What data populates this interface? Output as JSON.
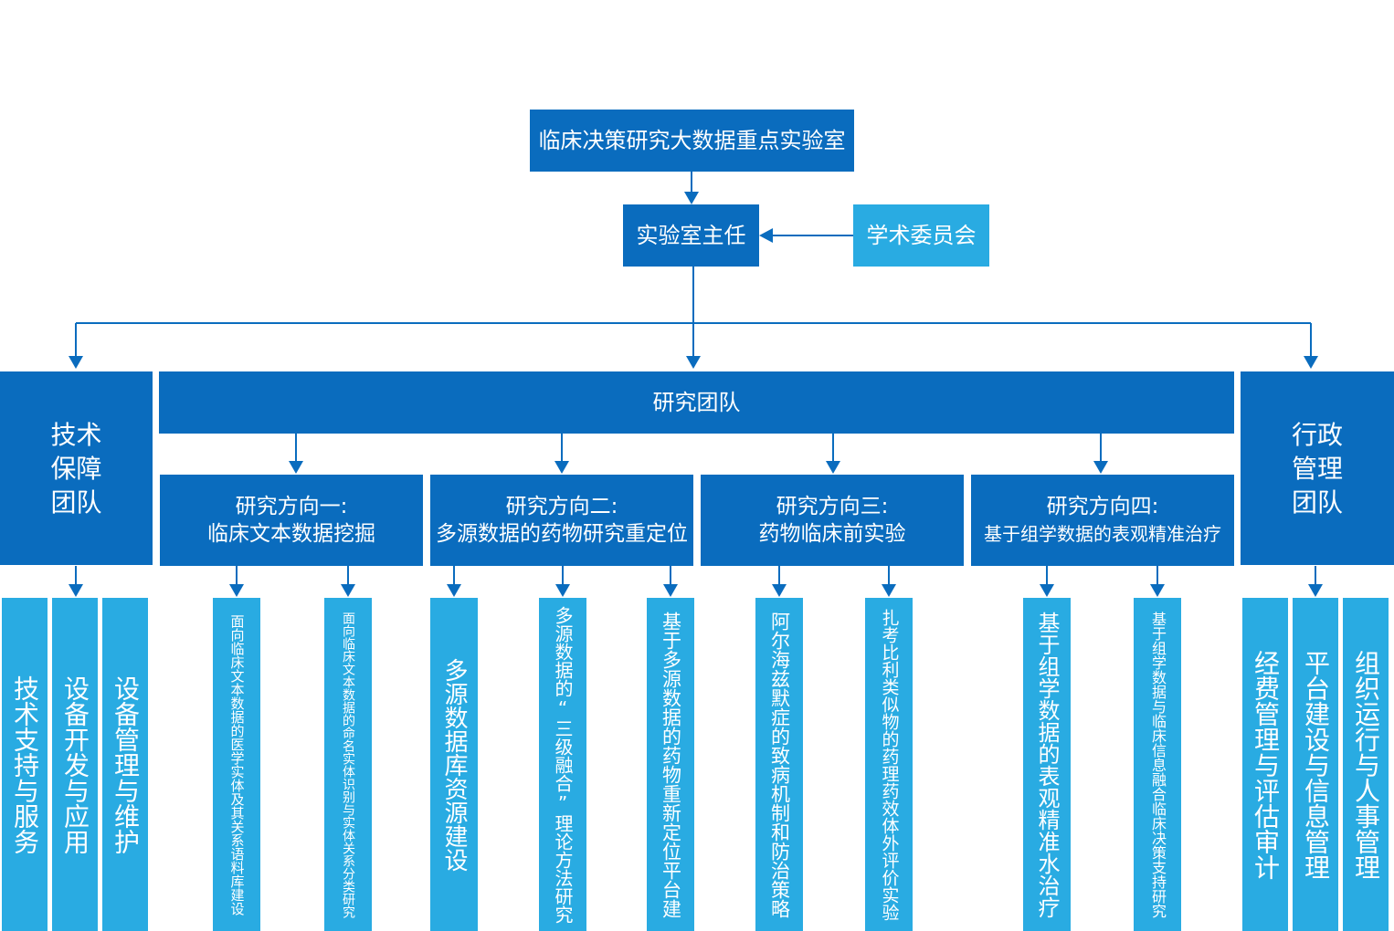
{
  "colors": {
    "primary": "#0a6cbe",
    "secondary": "#29abe2",
    "text": "#ffffff",
    "background": "#ffffff"
  },
  "lab": "临床决策研究大数据重点实验室",
  "director": "实验室主任",
  "committee": "学术委员会",
  "research_team": "研究团队",
  "tech_team": {
    "title": "技术\n保障\n团队",
    "items": [
      "技术支持与服务",
      "设备开发与应用",
      "设备管理与维护"
    ]
  },
  "admin_team": {
    "title": "行政\n管理\n团队",
    "items": [
      "经费管理与评估审计",
      "平台建设与信息管理",
      "组织运行与人事管理"
    ]
  },
  "directions": [
    {
      "label": "研究方向一:",
      "subject": "临床文本数据挖掘",
      "items": [
        "面向临床文本数据的医学实体及其关系语料库建设",
        "面向临床文本数据的命名实体识别与实体关系分类研究"
      ]
    },
    {
      "label": "研究方向二:",
      "subject": "多源数据的药物研究重定位",
      "items": [
        "多源数据库资源建设",
        "多源数据的“三级融合”理论方法研究",
        "基于多源数据的药物重新定位平台建"
      ]
    },
    {
      "label": "研究方向三:",
      "subject": "药物临床前实验",
      "items": [
        "阿尔海兹默症的致病机制和防治策略",
        "扎考比利类似物的药理药效体外评价实验"
      ]
    },
    {
      "label": "研究方向四:",
      "subject": "基于组学数据的表观精准治疗",
      "items": [
        "基于组学数据的表观精准水治疗",
        "基于组学数据与临床信息融合临床决策支持研究"
      ]
    }
  ]
}
